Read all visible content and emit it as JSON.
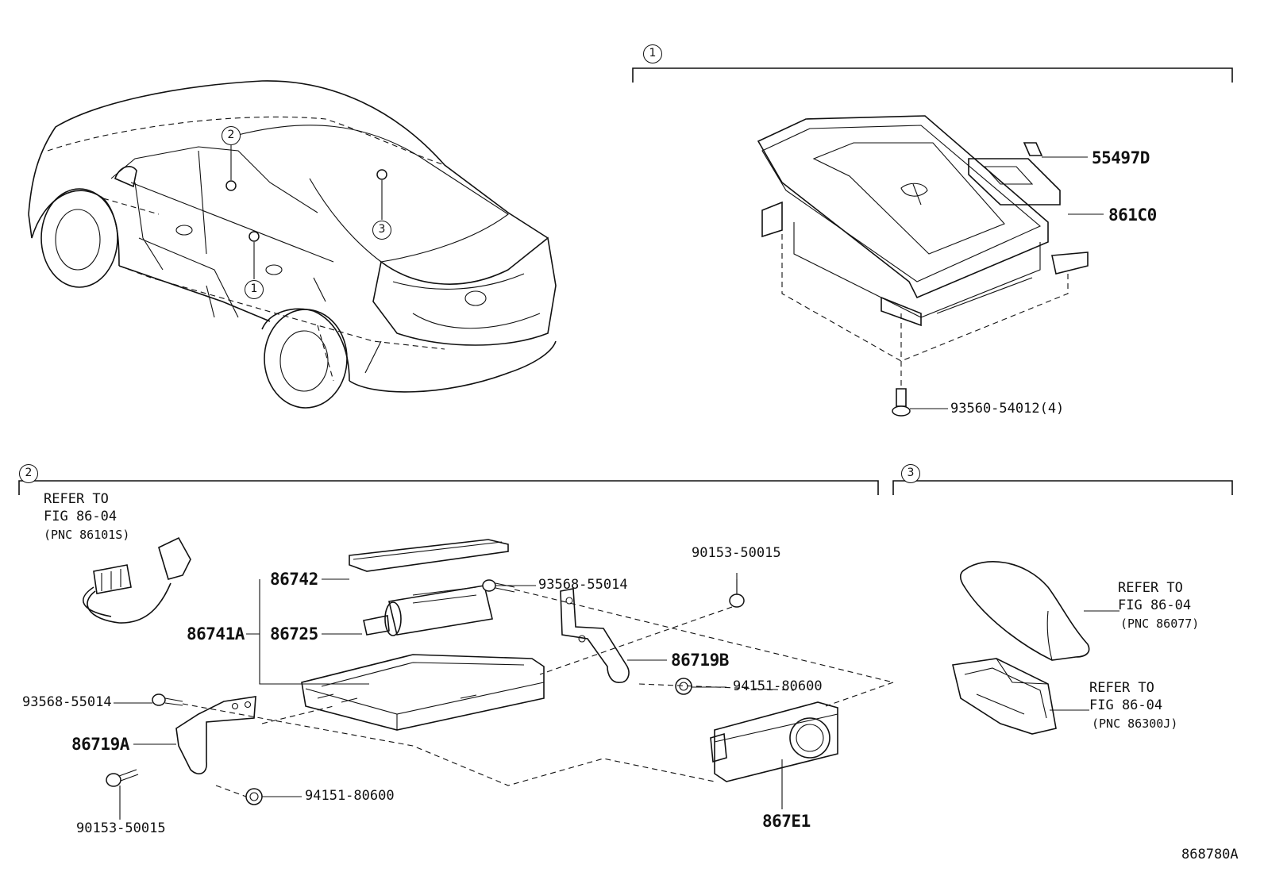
{
  "callouts": {
    "c1": "1",
    "c2": "2",
    "c3": "3"
  },
  "section1": {
    "p55497D": "55497D",
    "p861C0": "861C0",
    "bolt": "93560-54012(4)"
  },
  "section2": {
    "refer_line1": "REFER TO",
    "refer_line2": "FIG 86-04",
    "refer_line3": "(PNC 86101S)",
    "p86742": "86742",
    "p86741A": "86741A",
    "p86725": "86725",
    "p93568_top": "93568-55014",
    "p90153_top": "90153-50015",
    "p86719B": "86719B",
    "p94151_right": "94151-80600",
    "p93568_left": "93568-55014",
    "p86719A": "86719A",
    "p94151_bottom": "94151-80600",
    "p90153_bottom": "90153-50015",
    "p867E1": "867E1"
  },
  "section3": {
    "refer_a_line1": "REFER TO",
    "refer_a_line2": "FIG 86-04",
    "refer_a_line3": "(PNC 86077)",
    "refer_b_line1": "REFER TO",
    "refer_b_line2": "FIG 86-04",
    "refer_b_line3": "(PNC 86300J)"
  },
  "figure_id": "868780A"
}
